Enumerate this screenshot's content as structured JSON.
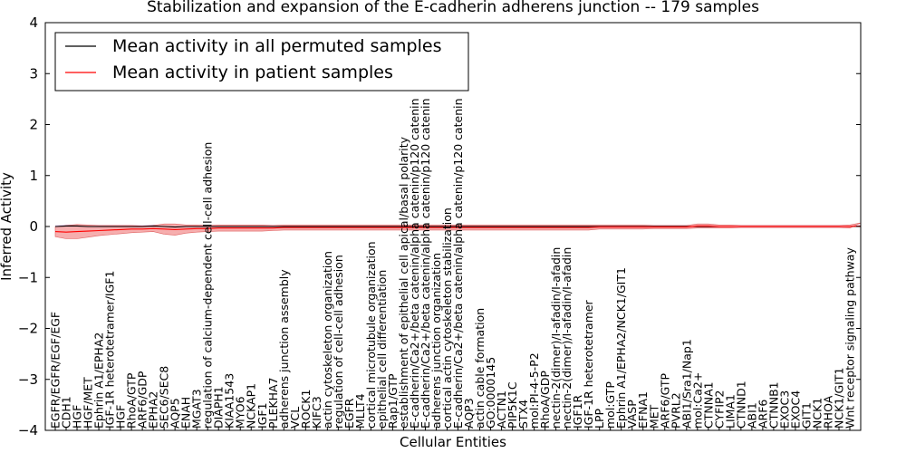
{
  "chart_data": {
    "type": "line",
    "title": "Stabilization and expansion of the E-cadherin adherens junction -- 179 samples",
    "xlabel": "Cellular Entities",
    "ylabel": "Inferred Activity",
    "ylim": [
      -4,
      4
    ],
    "yticks": [
      -4,
      -3,
      -2,
      -1,
      0,
      1,
      2,
      3,
      4
    ],
    "ytick_labels": [
      "−4",
      "−3",
      "−2",
      "−1",
      "0",
      "1",
      "2",
      "3",
      "4"
    ],
    "grid": false,
    "legend": {
      "placement": "top-left"
    },
    "categories": [
      "EGFR/EGFR/EGF/EGF",
      "CDH1",
      "HGF",
      "HGF/MET",
      "Ephrin A1/EPHA2",
      "IGF-1R heterotetramer/IGF1",
      "HGF",
      "RhoA/GTP",
      "ARF6/GDP",
      "EPHA2",
      "SEC6/SEC8",
      "AQP5",
      "ENAH",
      "MGAT3",
      "regulation of calcium-dependent cell-cell adhesion",
      "DIAPH1",
      "KIAA1543",
      "MYO6",
      "NCKAP1",
      "IGF1",
      "PLEKHA7",
      "adherens junction assembly",
      "VCL",
      "ROCK1",
      "KIFC3",
      "actin cytoskeleton organization",
      "regulation of cell-cell adhesion",
      "EGFR",
      "MLLT4",
      "cortical microtubule organization",
      "epithelial cell differentiation",
      "Rap1/GTP",
      "establishment of epithelial cell apical/basal polarity",
      "E-cadherin/Ca2+/beta catenin/alpha catenin/p120 catenin",
      "E-cadherin/Ca2+/beta catenin/alpha catenin/p120 catenin",
      "adherens junction organization",
      "cortical actin cytoskeleton stabilization",
      "E-cadherin/Ca2+/beta catenin/alpha catenin/p120 catenin",
      "AQP3",
      "actin cable formation",
      "GO:0000145",
      "ACTN1",
      "PIP5K1C",
      "STX4",
      "mol:PI-4-5-P2",
      "RhoA/GDP",
      "nectin-2(dimer)/I-afadin/I-afadin",
      "nectin-2(dimer)/I-afadin/I-afadin",
      "IGF1R",
      "IGF-1R heterotetramer",
      "LPP",
      "mol:GTP",
      "Ephrin A1/EPHA2/NCK1/GIT1",
      "VASP",
      "EFNA1",
      "MET",
      "ARF6/GTP",
      "PVRL2",
      "ABI1/Sra1/Nap1",
      "mol:Ca2+",
      "CTNNA1",
      "CYFIP2",
      "LIMA1",
      "CTNND1",
      "ABI1",
      "ARF6",
      "CTNNB1",
      "EXOC3",
      "EXOC4",
      "GIT1",
      "NCK1",
      "RHOA",
      "NCK1/GIT1",
      "Wnt receptor signaling pathway"
    ],
    "series": [
      {
        "name": "Mean activity in all permuted samples",
        "color": "#000000",
        "values": [
          0.0,
          0.01,
          0.01,
          0.0,
          0.0,
          0.0,
          0.0,
          0.0,
          0.0,
          0.01,
          0.0,
          -0.01,
          0.0,
          0.0,
          0.0,
          0.0,
          0.0,
          0.0,
          0.0,
          0.0,
          0.0,
          0.0,
          0.0,
          0.0,
          0.0,
          0.0,
          0.0,
          0.0,
          0.0,
          0.0,
          0.0,
          0.0,
          0.0,
          0.0,
          0.0,
          0.0,
          0.0,
          0.0,
          0.0,
          0.0,
          0.0,
          0.0,
          0.0,
          0.0,
          0.0,
          0.0,
          0.0,
          0.0,
          0.0,
          0.0,
          0.0,
          0.0,
          0.0,
          0.0,
          0.0,
          0.0,
          0.0,
          0.0,
          0.0,
          0.0,
          0.0,
          0.0,
          0.0,
          0.0,
          0.0,
          0.0,
          0.0,
          0.0,
          0.0,
          0.0,
          0.0,
          0.0,
          0.0,
          0.0,
          0.0
        ],
        "band": [
          0.03,
          0.03,
          0.03,
          0.03,
          0.03,
          0.03,
          0.03,
          0.03,
          0.03,
          0.03,
          0.03,
          0.03,
          0.03,
          0.03,
          0.03,
          0.03,
          0.03,
          0.03,
          0.03,
          0.03,
          0.03,
          0.03,
          0.03,
          0.03,
          0.03,
          0.03,
          0.03,
          0.03,
          0.03,
          0.03,
          0.03,
          0.03,
          0.03,
          0.03,
          0.03,
          0.03,
          0.03,
          0.03,
          0.03,
          0.03,
          0.03,
          0.03,
          0.03,
          0.03,
          0.03,
          0.03,
          0.03,
          0.03,
          0.03,
          0.03,
          0.03,
          0.03,
          0.03,
          0.03,
          0.03,
          0.03,
          0.03,
          0.03,
          0.03,
          0.03,
          0.03,
          0.03,
          0.03,
          0.03,
          0.03,
          0.03,
          0.03,
          0.03,
          0.03,
          0.03,
          0.03,
          0.03,
          0.03,
          0.03,
          0.03
        ]
      },
      {
        "name": "Mean activity in patient samples",
        "color": "#ff0000",
        "values": [
          -0.1,
          -0.11,
          -0.1,
          -0.09,
          -0.08,
          -0.07,
          -0.06,
          -0.05,
          -0.05,
          -0.04,
          -0.05,
          -0.06,
          -0.05,
          -0.04,
          -0.04,
          -0.03,
          -0.03,
          -0.03,
          -0.03,
          -0.03,
          -0.03,
          -0.02,
          -0.02,
          -0.02,
          -0.02,
          -0.02,
          -0.02,
          -0.02,
          -0.02,
          -0.02,
          -0.02,
          -0.02,
          -0.02,
          -0.02,
          -0.02,
          -0.02,
          -0.02,
          -0.02,
          -0.02,
          -0.02,
          -0.02,
          -0.02,
          -0.02,
          -0.02,
          -0.02,
          -0.02,
          -0.02,
          -0.02,
          -0.02,
          -0.02,
          -0.01,
          -0.01,
          -0.01,
          -0.01,
          -0.01,
          -0.01,
          -0.01,
          -0.01,
          -0.01,
          0.01,
          0.01,
          0.0,
          0.0,
          0.0,
          0.0,
          0.0,
          0.0,
          0.0,
          0.0,
          0.0,
          0.0,
          0.0,
          0.0,
          0.0,
          0.01
        ],
        "band": [
          0.1,
          0.13,
          0.14,
          0.12,
          0.1,
          0.09,
          0.08,
          0.07,
          0.06,
          0.06,
          0.1,
          0.11,
          0.08,
          0.07,
          0.06,
          0.06,
          0.06,
          0.06,
          0.06,
          0.06,
          0.05,
          0.05,
          0.05,
          0.05,
          0.05,
          0.05,
          0.05,
          0.05,
          0.05,
          0.05,
          0.05,
          0.05,
          0.05,
          0.05,
          0.05,
          0.05,
          0.05,
          0.05,
          0.05,
          0.05,
          0.05,
          0.05,
          0.05,
          0.05,
          0.05,
          0.05,
          0.05,
          0.05,
          0.05,
          0.05,
          0.04,
          0.04,
          0.04,
          0.04,
          0.04,
          0.03,
          0.03,
          0.03,
          0.03,
          0.04,
          0.04,
          0.03,
          0.03,
          0.02,
          0.02,
          0.02,
          0.02,
          0.02,
          0.02,
          0.02,
          0.02,
          0.02,
          0.02,
          0.03,
          0.06
        ]
      }
    ]
  }
}
